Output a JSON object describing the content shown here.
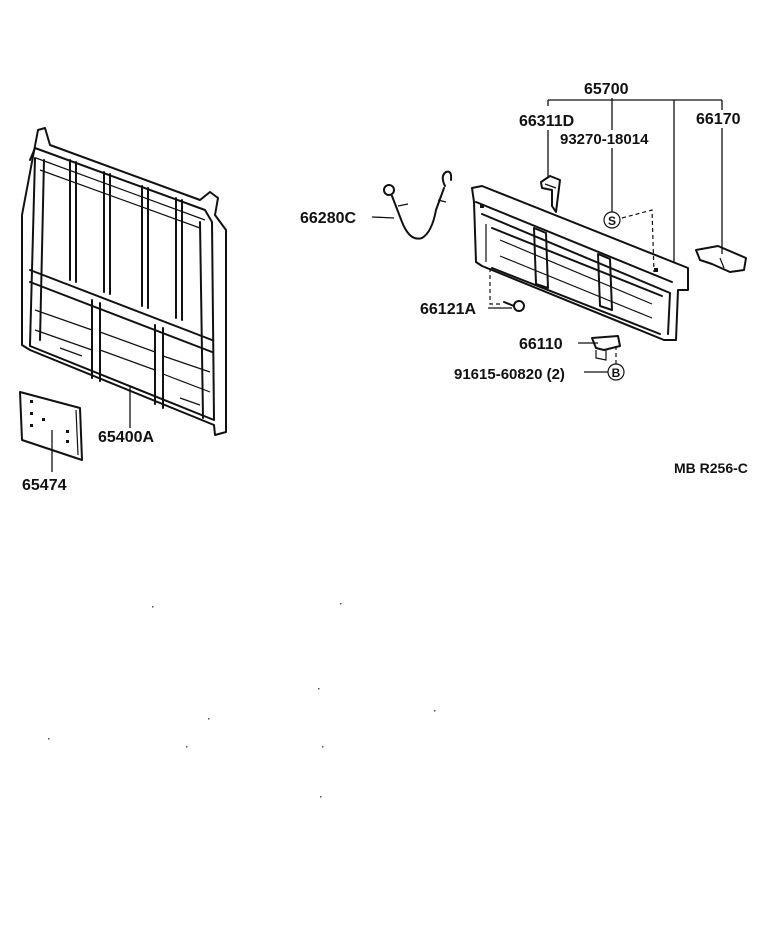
{
  "diagram": {
    "labels": {
      "p65700": "65700",
      "p66311d": "66311D",
      "p93270": "93270-18014",
      "p66170": "66170",
      "p66280c": "66280C",
      "p66121a": "66121A",
      "p66110": "66110",
      "p91615": "91615-60820 (2)",
      "p65400a": "65400A",
      "p65474": "65474",
      "ref": "MB R256-C"
    },
    "symbols": {
      "s_mark": "S",
      "b_mark": "B"
    }
  }
}
